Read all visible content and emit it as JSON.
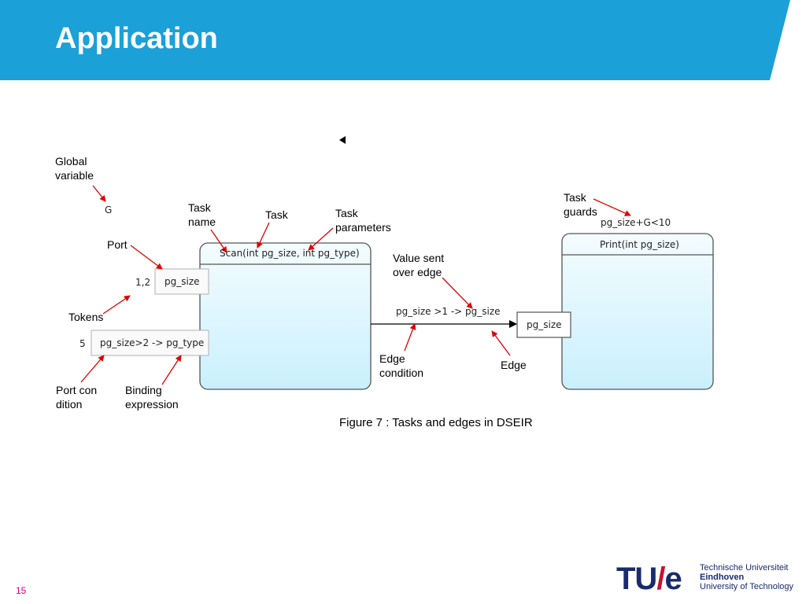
{
  "slide": {
    "title": "Application",
    "page_number": "15"
  },
  "annotations": {
    "global_variable": "Global variable",
    "task_name": "Task name",
    "task": "Task",
    "task_parameters": "Task parameters",
    "task_guards": "Task guards",
    "port": "Port",
    "value_sent": "Value sent over edge",
    "tokens": "Tokens",
    "edge_condition": "Edge condition",
    "edge": "Edge",
    "port_condition": "Port condition",
    "binding_expression": "Binding expression"
  },
  "diagram": {
    "global_var": "G",
    "scan_task": "Scan(int pg_size, int pg_type)",
    "print_task": "Print(int pg_size)",
    "guard": "pg_size+G<10",
    "port1_label": "pg_size",
    "port1_tokens": "1,2",
    "port2_label": "pg_size>2 -> pg_type",
    "port2_tokens": "5",
    "edge_label": "pg_size >1 -> pg_size",
    "target_port": "pg_size"
  },
  "caption": "Figure  7 : Tasks and edges in DSEIR",
  "logo": {
    "mark_tu": "TU",
    "mark_slash": "/",
    "mark_e": "e",
    "line1": "Technische Universiteit",
    "line2": "Eindhoven",
    "line3": "University of Technology"
  },
  "colors": {
    "header": "#1ba0d8",
    "task_fill": "#d8f3ff",
    "arrow": "#e00000",
    "tue_blue": "#1a2a6c",
    "tue_red": "#c8102e"
  }
}
